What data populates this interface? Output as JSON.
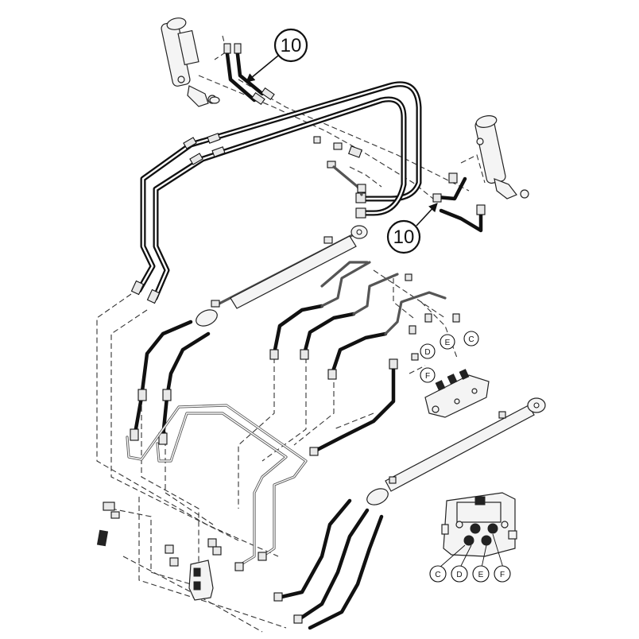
{
  "callouts": {
    "top_left": "10",
    "mid_right": "10",
    "valve_top_d": "D",
    "valve_top_e": "E",
    "valve_top_c": "C",
    "valve_top_f": "F",
    "inset_c": "C",
    "inset_d": "D",
    "inset_e": "E",
    "inset_f": "F"
  },
  "colors": {
    "line": "#111111",
    "background": "#ffffff"
  }
}
